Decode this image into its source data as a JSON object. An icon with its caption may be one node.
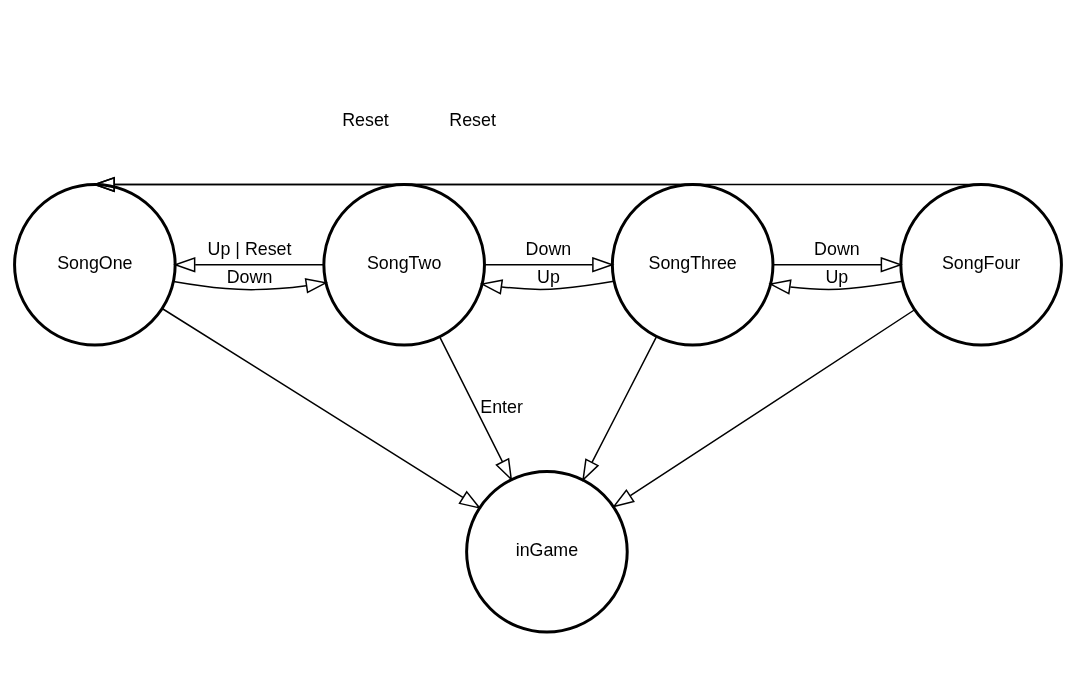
{
  "diagram": {
    "nodes": [
      {
        "text": [
          "SongOne"
        ]
      },
      {
        "text": [
          "SongTwo"
        ]
      },
      {
        "text": [
          "SongThree"
        ]
      },
      {
        "text": [
          "SongFour"
        ]
      },
      {
        "text": [
          "inGame"
        ]
      }
    ],
    "edges": [
      {
        "from": 0,
        "to": 1,
        "arrow": "to",
        "label": "Down"
      },
      {
        "from": 1,
        "to": 2,
        "arrow": "to",
        "label": "Down"
      },
      {
        "from": 2,
        "to": 1,
        "arrow": "to",
        "label": "Up"
      },
      {
        "from": 2,
        "to": 3,
        "arrow": "to",
        "label": "Down"
      },
      {
        "from": 3,
        "to": 2,
        "arrow": "to",
        "label": "Up"
      },
      {
        "from": 1,
        "to": 0,
        "arrow": "to",
        "label": "Up | Reset"
      },
      {
        "from": 2,
        "to": 0,
        "arrow": "to",
        "label": "Reset"
      },
      {
        "from": 3,
        "to": 0,
        "arrow": "to",
        "label": "Reset"
      },
      {
        "from": 0,
        "to": 4,
        "arrow": "to"
      },
      {
        "from": 1,
        "to": 4,
        "arrow": "to",
        "label": "Enter"
      },
      {
        "from": 2,
        "to": 4,
        "arrow": "to"
      },
      {
        "from": 3,
        "to": 4,
        "arrow": "to"
      }
    ]
  }
}
